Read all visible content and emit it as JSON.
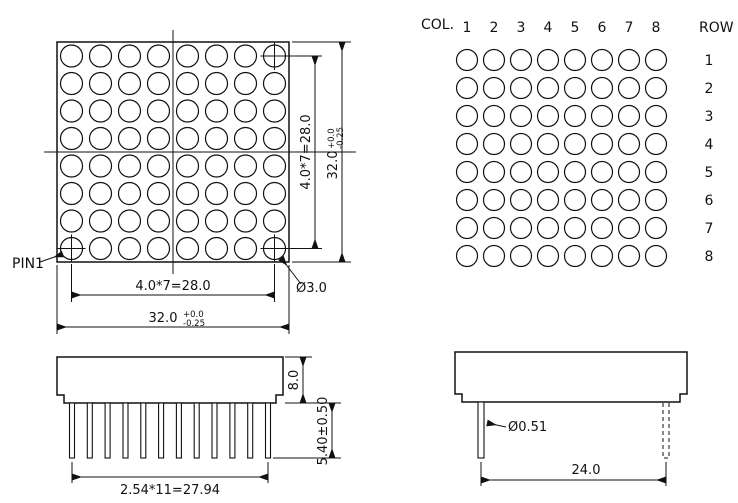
{
  "page": {
    "background": "#ffffff",
    "ink": "#111111"
  },
  "front_view": {
    "rows": 8,
    "cols": 8,
    "pin1_label": "PIN1",
    "dot_diameter": "Ø3.0",
    "dim_dot_pitch_horizontal": "4.0*7=28.0",
    "dim_dot_pitch_vertical": "4.0*7=28.0",
    "dim_body_width": "32.0",
    "dim_body_width_tol_plus": "+0.0",
    "dim_body_width_tol_minus": "-0.25",
    "dim_body_height": "32.0",
    "dim_body_height_tol_plus": "+0.0",
    "dim_body_height_tol_minus": "-0.25"
  },
  "pin_map": {
    "rows": 8,
    "cols": 8,
    "col_label": "COL.",
    "row_label": "ROW",
    "col_numbers": [
      "1",
      "2",
      "3",
      "4",
      "5",
      "6",
      "7",
      "8"
    ],
    "row_numbers": [
      "1",
      "2",
      "3",
      "4",
      "5",
      "6",
      "7",
      "8"
    ]
  },
  "side_view_front": {
    "pin_count": 12,
    "dim_body_thickness": "8.0",
    "dim_pin_length": "5.40±0.50",
    "dim_pin_pitch_span": "2.54*11=27.94"
  },
  "side_view_side": {
    "dim_pin_diameter": "Ø0.51",
    "dim_pin_span": "24.0"
  }
}
